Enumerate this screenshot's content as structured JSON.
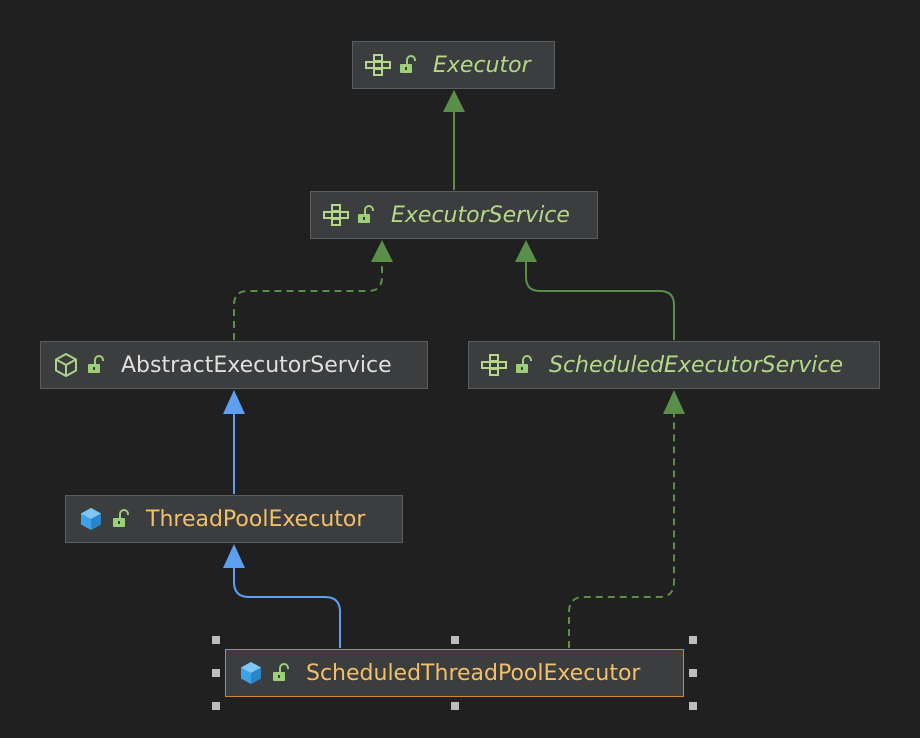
{
  "diagram": {
    "nodes": [
      {
        "id": "executor",
        "label": "Executor",
        "kind": "interface",
        "icon": "interface-icon",
        "visibility_icon": "unlocked-icon"
      },
      {
        "id": "executor-service",
        "label": "ExecutorService",
        "kind": "interface",
        "icon": "interface-icon",
        "visibility_icon": "unlocked-icon"
      },
      {
        "id": "abstract-executor-service",
        "label": "AbstractExecutorService",
        "kind": "abstract",
        "icon": "abstract-class-icon",
        "visibility_icon": "unlocked-icon"
      },
      {
        "id": "scheduled-executor-service",
        "label": "ScheduledExecutorService",
        "kind": "interface",
        "icon": "interface-icon",
        "visibility_icon": "unlocked-icon"
      },
      {
        "id": "thread-pool-executor",
        "label": "ThreadPoolExecutor",
        "kind": "class",
        "icon": "class-icon",
        "visibility_icon": "unlocked-icon"
      },
      {
        "id": "scheduled-thread-pool-executor",
        "label": "ScheduledThreadPoolExecutor",
        "kind": "class",
        "icon": "class-icon",
        "visibility_icon": "unlocked-icon",
        "selected": true
      }
    ],
    "edges": [
      {
        "from": "executor-service",
        "to": "executor",
        "type": "extends-interface"
      },
      {
        "from": "abstract-executor-service",
        "to": "executor-service",
        "type": "implements"
      },
      {
        "from": "scheduled-executor-service",
        "to": "executor-service",
        "type": "extends-interface"
      },
      {
        "from": "thread-pool-executor",
        "to": "abstract-executor-service",
        "type": "extends-class"
      },
      {
        "from": "scheduled-thread-pool-executor",
        "to": "thread-pool-executor",
        "type": "extends-class"
      },
      {
        "from": "scheduled-thread-pool-executor",
        "to": "scheduled-executor-service",
        "type": "implements"
      }
    ],
    "colors": {
      "background": "#202020",
      "interface_edge": "#5a8f4a",
      "class_edge": "#5e9ff0",
      "interface_text": "#b4d887",
      "class_text": "#f2c06a",
      "selection_border": "#d9842e"
    }
  }
}
